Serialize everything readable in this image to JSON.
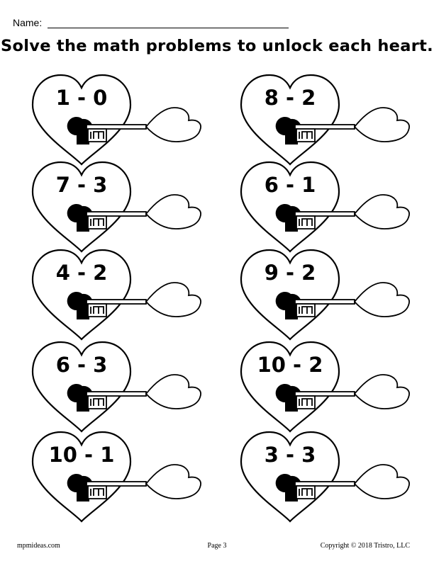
{
  "header": {
    "name_label": "Name:",
    "title": "Solve the math problems to unlock each heart."
  },
  "problems": [
    "1 - 0",
    "8 - 2",
    "7 - 3",
    "6 - 1",
    "4 - 2",
    "9 - 2",
    "6 - 3",
    "10 - 2",
    "10 - 1",
    "3 - 3"
  ],
  "footer": {
    "site": "mpmideas.com",
    "page": "Page 3",
    "copyright": "Copyright © 2018 Tristro, LLC"
  }
}
